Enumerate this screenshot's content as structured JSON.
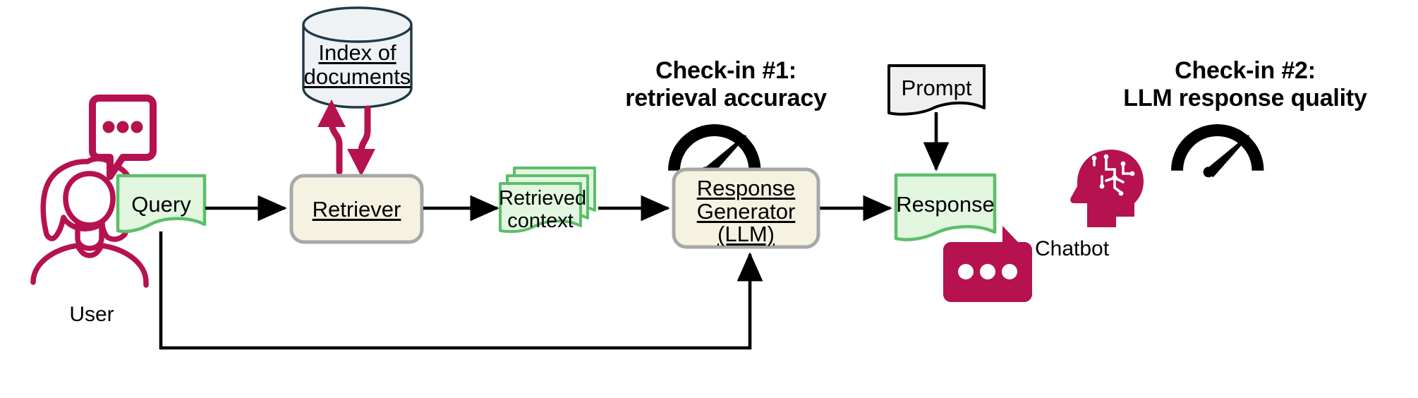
{
  "diagram": {
    "title": "RAG pipeline with evaluation check-ins",
    "colors": {
      "magenta": "#B5124F",
      "green_border": "#5CBE6A",
      "green_fill": "#E2F6E0",
      "cream_fill": "#F5F2E2",
      "gray_border": "#A8A8A6",
      "cylinder_fill": "#EEF2F4",
      "cylinder_border": "#1F3A46",
      "prompt_fill": "#EFEFEF",
      "prompt_border": "#000000",
      "arrow_black": "#000000",
      "text": "#000000"
    },
    "nodes": {
      "user": {
        "label": "User",
        "icon": "person-icon",
        "bubble_icon": "speech-bubble-outline-icon"
      },
      "query": {
        "label": "Query",
        "shape": "document"
      },
      "index": {
        "line1": "Index of",
        "line2": "documents",
        "shape": "cylinder"
      },
      "retriever": {
        "label": "Retriever",
        "shape": "rounded-rect"
      },
      "retrieved_context": {
        "line1": "Retrieved",
        "line2": "context",
        "shape": "stacked-documents"
      },
      "prompt": {
        "label": "Prompt",
        "shape": "document"
      },
      "response_generator": {
        "line1": "Response",
        "line2": "Generator",
        "line3": "(LLM)",
        "shape": "rounded-rect"
      },
      "response": {
        "label": "Response",
        "shape": "document"
      },
      "chatbot": {
        "label": "Chatbot",
        "icon": "ai-head-icon",
        "bubble_icon": "speech-bubble-filled-icon"
      }
    },
    "checkins": [
      {
        "id": "checkin-1",
        "line1": "Check-in #1:",
        "line2": "retrieval accuracy",
        "icon": "gauge-icon"
      },
      {
        "id": "checkin-2",
        "line1": "Check-in #2:",
        "line2": "LLM response quality",
        "icon": "gauge-icon"
      }
    ],
    "edges": [
      {
        "id": "query-to-retriever",
        "from": "query",
        "to": "retriever",
        "style": "black-arrow"
      },
      {
        "id": "retriever-to-index",
        "from": "retriever",
        "to": "index",
        "style": "magenta-arrow-up"
      },
      {
        "id": "index-to-retriever",
        "from": "index",
        "to": "retriever",
        "style": "magenta-arrow-down"
      },
      {
        "id": "retriever-to-context",
        "from": "retriever",
        "to": "retrieved_context",
        "style": "black-arrow"
      },
      {
        "id": "context-to-generator",
        "from": "retrieved_context",
        "to": "response_generator",
        "style": "black-arrow"
      },
      {
        "id": "prompt-to-generator",
        "from": "prompt",
        "to": "response_generator",
        "style": "black-arrow-down"
      },
      {
        "id": "generator-to-response",
        "from": "response_generator",
        "to": "response",
        "style": "black-arrow"
      },
      {
        "id": "query-feedback-to-generator",
        "from": "query",
        "to": "response_generator",
        "style": "black-feedback-loop"
      }
    ]
  }
}
